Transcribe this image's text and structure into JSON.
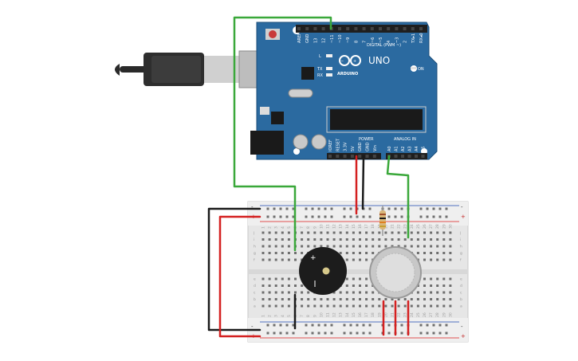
{
  "board": {
    "brand": "ARDUINO",
    "model": "UNO",
    "on_label": "ON",
    "digital_label": "DIGITAL (PWM ~)",
    "power_label": "POWER",
    "analog_label": "ANALOG IN",
    "led_labels": [
      "L",
      "TX",
      "RX"
    ],
    "digital_pins": [
      "AREF",
      "GND",
      "13",
      "12",
      "~11",
      "~10",
      "~9",
      "8",
      "7",
      "~6",
      "~5",
      "4",
      "~3",
      "2",
      "TX▸1",
      "RX◂0"
    ],
    "power_pins": [
      "IOREF",
      "RESET",
      "3.3V",
      "5V",
      "GND",
      "GND",
      "Vin"
    ],
    "analog_pins": [
      "A0",
      "A1",
      "A2",
      "A3",
      "A4",
      "A5"
    ]
  },
  "breadboard": {
    "rail_signs": [
      "-",
      "+",
      "-",
      "+"
    ],
    "row_letters_top": [
      "j",
      "i",
      "h",
      "g",
      "f"
    ],
    "row_letters_bottom": [
      "e",
      "d",
      "c",
      "b",
      "a"
    ],
    "column_numbers": [
      "1",
      "2",
      "3",
      "4",
      "5",
      "6",
      "7",
      "8",
      "9",
      "10",
      "11",
      "12",
      "13",
      "14",
      "15",
      "16",
      "17",
      "18",
      "19",
      "20",
      "21",
      "22",
      "23",
      "24",
      "25",
      "26",
      "27",
      "28",
      "29",
      "30"
    ]
  },
  "buzzer": {
    "plus_sign": "+"
  },
  "colors": {
    "board": "#2b6aa0",
    "header": "#1f1f1f",
    "wire_green": "#3aa83a",
    "wire_red": "#d42020",
    "wire_black": "#1a1a1a",
    "breadboard": "#e6e6e6",
    "rail_red": "#e05050",
    "rail_blue": "#5070c0"
  }
}
